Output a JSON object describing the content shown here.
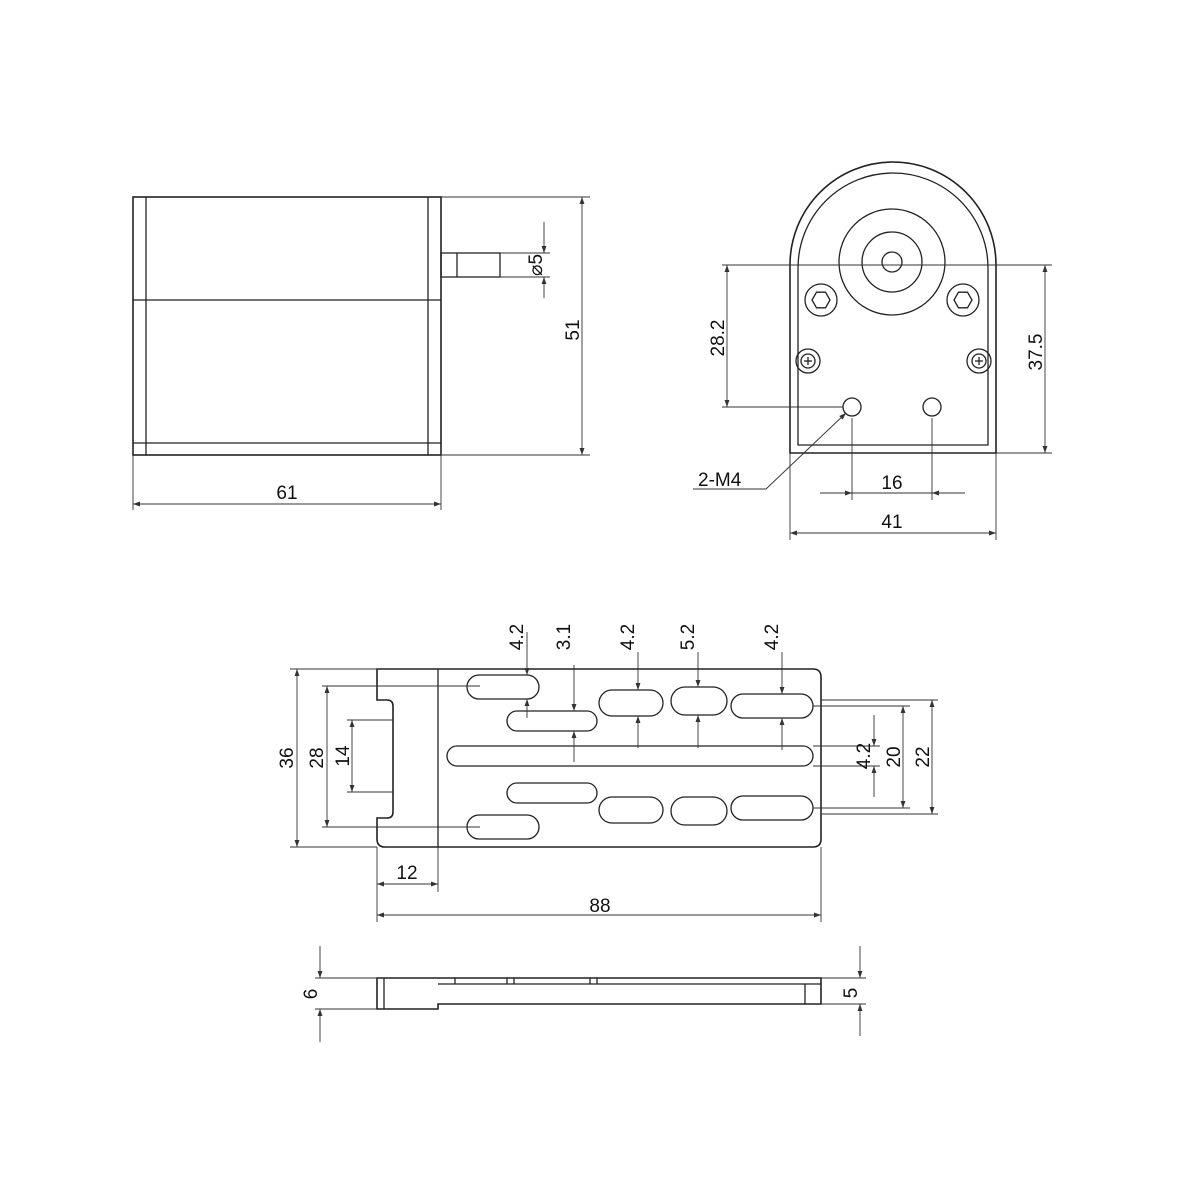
{
  "motor_side_view": {
    "length_label": "61",
    "height_label": "51",
    "shaft_label": "⌀5"
  },
  "motor_front_view": {
    "width_label": "41",
    "hole_spacing_label": "16",
    "height_label": "37.5",
    "hole_height_label": "28.2",
    "thread_callout": "2-M4"
  },
  "bracket_plan_view": {
    "length_label": "88",
    "width_label": "36",
    "slot_span_28_label": "28",
    "notch_label": "14",
    "notch_depth_label": "12",
    "inner_span_label": "20",
    "outer_span_label": "22",
    "center_slot_width_label": "4.2",
    "slot_width_labels": [
      "4.2",
      "3.1",
      "4.2",
      "5.2",
      "4.2"
    ]
  },
  "bracket_side_view": {
    "thickness_left_label": "6",
    "thickness_right_label": "5"
  }
}
